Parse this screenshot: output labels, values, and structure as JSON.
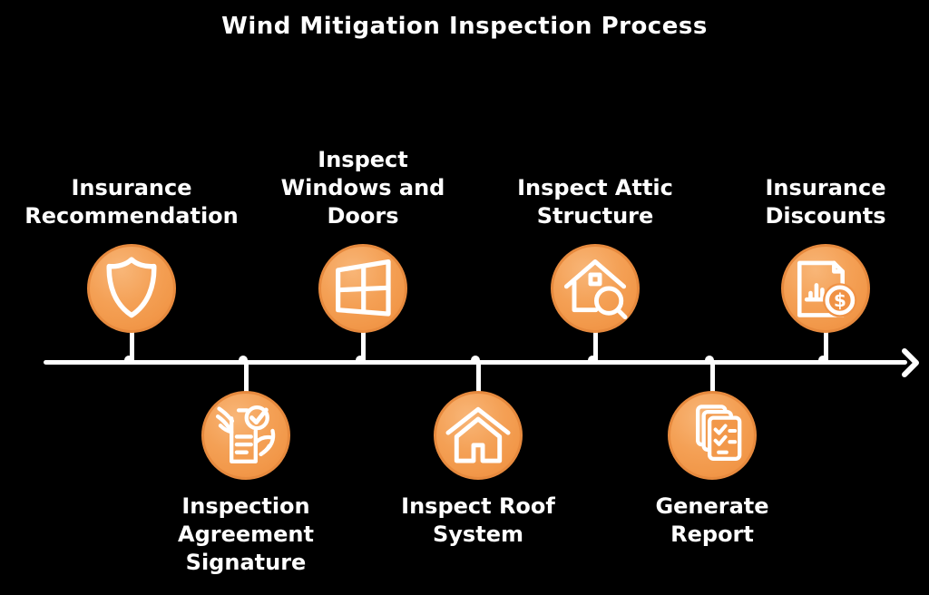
{
  "title": "Wind Mitigation Inspection Process",
  "colors": {
    "background": "#000000",
    "text": "#ffffff",
    "circle_light": "#f8b678",
    "circle_mid": "#f2994b",
    "circle_dark": "#ee8c3c",
    "circle_border": "#e78a3e",
    "stroke": "#ffffff"
  },
  "timeline": {
    "direction": "left-to-right",
    "node_count": 7,
    "arrowhead": "right-chevron"
  },
  "steps": [
    {
      "id": "insurance-recommendation",
      "position": "above",
      "icon": "shield-icon",
      "lines": [
        "Insurance",
        "Recommendation"
      ]
    },
    {
      "id": "inspection-agreement-signature",
      "position": "below",
      "icon": "agreement-signature-icon",
      "lines": [
        "Inspection",
        "Agreement",
        "Signature"
      ]
    },
    {
      "id": "inspect-windows-and-doors",
      "position": "above",
      "icon": "window-icon",
      "lines": [
        "Inspect",
        "Windows and",
        "Doors"
      ]
    },
    {
      "id": "inspect-roof-system",
      "position": "below",
      "icon": "house-icon",
      "lines": [
        "Inspect Roof",
        "System"
      ]
    },
    {
      "id": "inspect-attic-structure",
      "position": "above",
      "icon": "house-magnifier-icon",
      "lines": [
        "Inspect Attic",
        "Structure"
      ]
    },
    {
      "id": "generate-report",
      "position": "below",
      "icon": "report-checklist-icon",
      "lines": [
        "Generate",
        "Report"
      ]
    },
    {
      "id": "insurance-discounts",
      "position": "above",
      "icon": "document-dollar-icon",
      "lines": [
        "Insurance",
        "Discounts"
      ]
    }
  ]
}
